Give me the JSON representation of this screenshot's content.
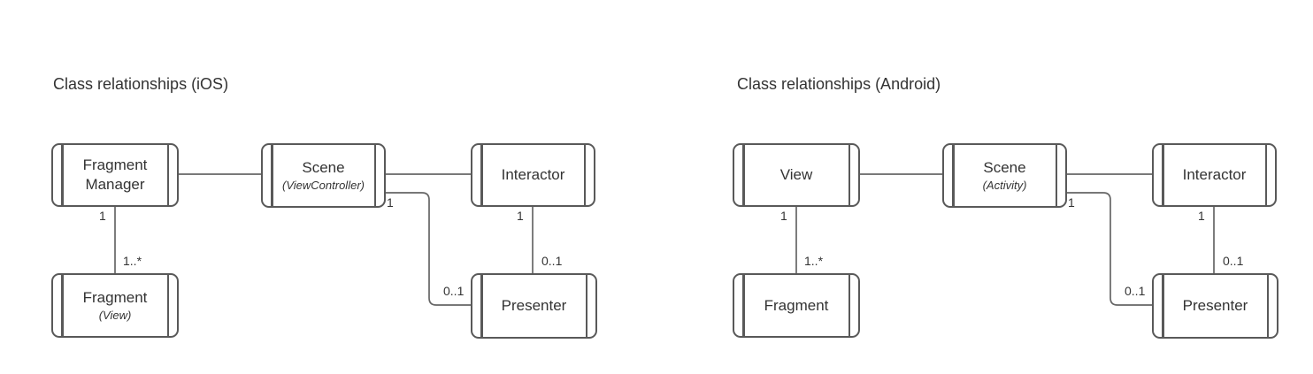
{
  "colors": {
    "background": "#ffffff",
    "node_border": "#595959",
    "edge_stroke": "#666666",
    "text": "#333333"
  },
  "diagrams": [
    {
      "title": "Class relationships (iOS)",
      "nodes": [
        {
          "id": "fragment-manager",
          "label": "Fragment Manager",
          "sublabel": ""
        },
        {
          "id": "scene",
          "label": "Scene",
          "sublabel": "(ViewController)"
        },
        {
          "id": "interactor",
          "label": "Interactor",
          "sublabel": ""
        },
        {
          "id": "fragment",
          "label": "Fragment",
          "sublabel": "(View)"
        },
        {
          "id": "presenter",
          "label": "Presenter",
          "sublabel": ""
        }
      ],
      "edges": [
        {
          "from": "fragment-manager",
          "to": "scene"
        },
        {
          "from": "scene",
          "to": "interactor"
        },
        {
          "from": "fragment-manager",
          "to": "fragment"
        },
        {
          "from": "interactor",
          "to": "presenter"
        },
        {
          "from": "scene",
          "to": "presenter"
        }
      ],
      "multiplicities": [
        {
          "edge": "fragment-manager to fragment",
          "at": "fragment-manager",
          "label": "1"
        },
        {
          "edge": "fragment-manager to fragment",
          "at": "fragment",
          "label": "1..*"
        },
        {
          "edge": "interactor to presenter",
          "at": "interactor",
          "label": "1"
        },
        {
          "edge": "interactor to presenter",
          "at": "presenter",
          "label": "0..1"
        },
        {
          "edge": "scene to presenter",
          "at": "scene",
          "label": "1"
        },
        {
          "edge": "scene to presenter",
          "at": "presenter",
          "label": "0..1"
        }
      ]
    },
    {
      "title": "Class relationships (Android)",
      "nodes": [
        {
          "id": "view",
          "label": "View",
          "sublabel": ""
        },
        {
          "id": "scene",
          "label": "Scene",
          "sublabel": "(Activity)"
        },
        {
          "id": "interactor",
          "label": "Interactor",
          "sublabel": ""
        },
        {
          "id": "fragment",
          "label": "Fragment",
          "sublabel": ""
        },
        {
          "id": "presenter",
          "label": "Presenter",
          "sublabel": ""
        }
      ],
      "edges": [
        {
          "from": "view",
          "to": "scene"
        },
        {
          "from": "scene",
          "to": "interactor"
        },
        {
          "from": "view",
          "to": "fragment"
        },
        {
          "from": "interactor",
          "to": "presenter"
        },
        {
          "from": "scene",
          "to": "presenter"
        }
      ],
      "multiplicities": [
        {
          "edge": "view to fragment",
          "at": "view",
          "label": "1"
        },
        {
          "edge": "view to fragment",
          "at": "fragment",
          "label": "1..*"
        },
        {
          "edge": "interactor to presenter",
          "at": "interactor",
          "label": "1"
        },
        {
          "edge": "interactor to presenter",
          "at": "presenter",
          "label": "0..1"
        },
        {
          "edge": "scene to presenter",
          "at": "scene",
          "label": "1"
        },
        {
          "edge": "scene to presenter",
          "at": "presenter",
          "label": "0..1"
        }
      ]
    }
  ]
}
